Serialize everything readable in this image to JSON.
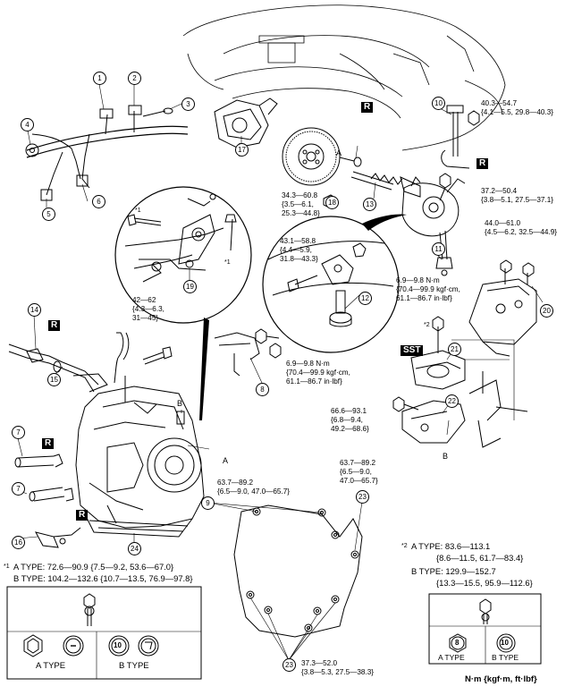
{
  "callouts": [
    "1",
    "2",
    "3",
    "4",
    "5",
    "6",
    "7",
    "7",
    "8",
    "9",
    "10",
    "11",
    "12",
    "13",
    "14",
    "15",
    "16",
    "17",
    "18",
    "19",
    "20",
    "21",
    "22",
    "23",
    "23",
    "24"
  ],
  "torque": {
    "t1": "40.3—54.7\n{4.1—5.5, 29.8—40.3}",
    "t2": "37.2—50.4\n{3.8—5.1, 27.5—37.1}",
    "t3": "34.3—60.8\n{3.5—6.1,\n25.3—44.8}",
    "t4": "44.0—61.0\n{4.5—6.2, 32.5—44.9}",
    "t5": "43.1—58.8\n{4.4—5.9,\n31.8—43.3}",
    "t6": "6.9—9.8 N·m\n{70.4—99.9 kgf·cm,\n61.1—86.7 in·lbf}",
    "t7": "42—62\n{4.3—6.3,\n31—45}",
    "t8": "6.9—9.8 N·m\n{70.4—99.9 kgf·cm,\n61.1—86.7 in·lbf}",
    "t9": "66.6—93.1\n{6.8—9.4,\n49.2—68.6}",
    "t10": "63.7—89.2\n{6.5—9.0,\n47.0—65.7}",
    "t11": "63.7—89.2\n{6.5—9.0, 47.0—65.7}",
    "t12": "37.3—52.0\n{3.8—5.3, 27.5—38.3}"
  },
  "tags": {
    "r": "R",
    "sst": "SST"
  },
  "refs": {
    "a": "A",
    "b": "B"
  },
  "notes": {
    "n1": "*1",
    "n2": "*2"
  },
  "spec1": {
    "mark": "*1",
    "a": "A TYPE: 72.6—90.9 {7.5—9.2, 53.6—67.0}",
    "b": "B TYPE: 104.2—132.6 {10.7—13.5, 76.9—97.8}"
  },
  "spec2": {
    "mark": "*2",
    "a": "A TYPE: 83.6—113.1",
    "a2": "{8.6—11.5, 61.7—83.4}",
    "b": "B TYPE: 129.9—152.7",
    "b2": "{13.3—15.5, 95.9—112.6}"
  },
  "legend1": {
    "a": "A TYPE",
    "b": "B TYPE",
    "mark_b": "10"
  },
  "legend2": {
    "a": "A TYPE",
    "b": "B TYPE",
    "mark_a": "8",
    "mark_b": "10"
  },
  "units": "N·m {kgf·m, ft·lbf}"
}
